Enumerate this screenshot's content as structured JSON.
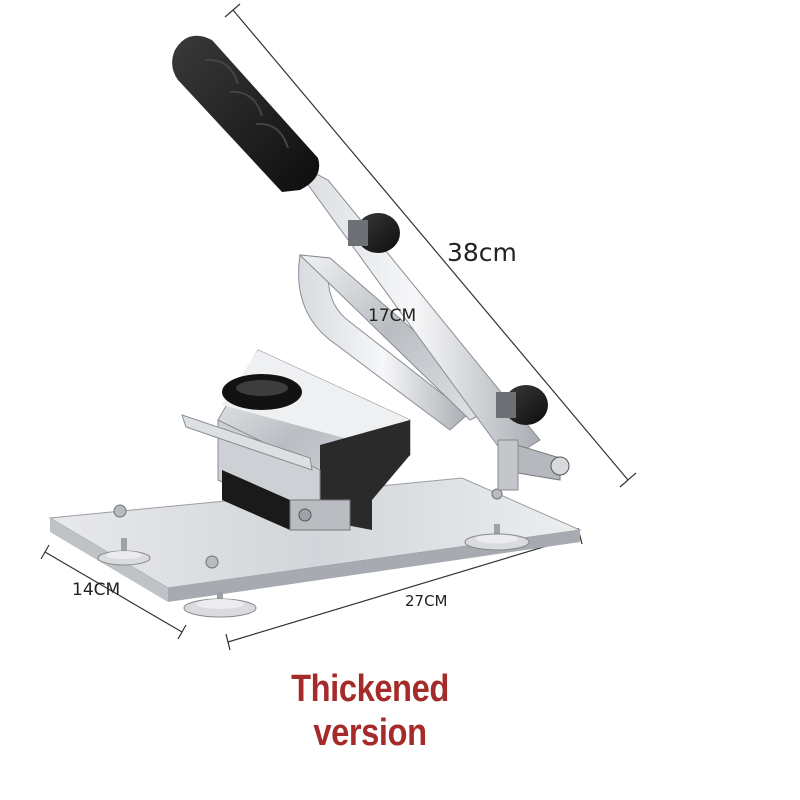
{
  "dimensions": {
    "height": "38cm",
    "blade_width": "17CM",
    "depth": "14CM",
    "length": "27CM"
  },
  "caption": {
    "line1": "Thickened",
    "line2": "version",
    "color": "#a52b2b"
  },
  "colors": {
    "steel": "#c9ccd0",
    "handle": "#141414",
    "dark_panel": "#1c1c1c",
    "dimension_line": "#333333"
  }
}
